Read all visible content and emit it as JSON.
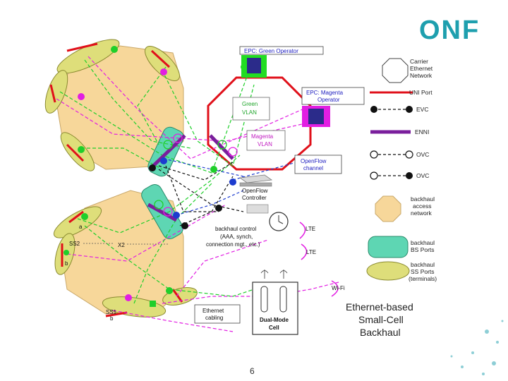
{
  "logo": {
    "text": "ONF"
  },
  "epc_green": {
    "label": "EPC: Green Operator"
  },
  "epc_magenta": {
    "label": "EPC: Magenta Operator"
  },
  "green_vlan": {
    "label": "Green VLAN"
  },
  "magenta_vlan": {
    "label": "Magenta VLAN"
  },
  "openflow_channel": {
    "label": "OpenFlow channel"
  },
  "openflow_controller": {
    "label": "OpenFlow Controller"
  },
  "backhaul_control": {
    "label": "backhaul control (AAA, synch, connection mgt., etc.)"
  },
  "radio": {
    "lte1": "LTE",
    "lte2": "LTE",
    "wifi": "Wi-Fi"
  },
  "ethernet_cabling": {
    "label": "Ethernet cabling"
  },
  "dual_mode_cell": {
    "label": "Dual-Mode Cell"
  },
  "cells": {
    "ss2": "SS2",
    "x2": "X2",
    "ss1": "SS1",
    "a": "a",
    "b1": "b",
    "b2": "b"
  },
  "legend": [
    {
      "label": "Carrier Ethernet Network"
    },
    {
      "label": "UNI Port"
    },
    {
      "label": "EVC"
    },
    {
      "label": "ENNI"
    },
    {
      "label": "OVC"
    },
    {
      "label": "OVC"
    },
    {
      "label": "backhaul access network"
    },
    {
      "label": "backhaul BS Ports"
    },
    {
      "label": "backhaul SS Ports (terminals)"
    }
  ],
  "title": {
    "line1": "Ethernet-based",
    "line2": "Small-Cell",
    "line3": "Backhaul"
  },
  "page_number": "6",
  "colors": {
    "green": "#1fcf2a",
    "magenta": "#e21ee2",
    "red": "#e0101a",
    "purple": "#7a1e9c",
    "octagon": "#f7d79a",
    "ellipse": "#dede7a",
    "teal": "#5ed6b3"
  }
}
